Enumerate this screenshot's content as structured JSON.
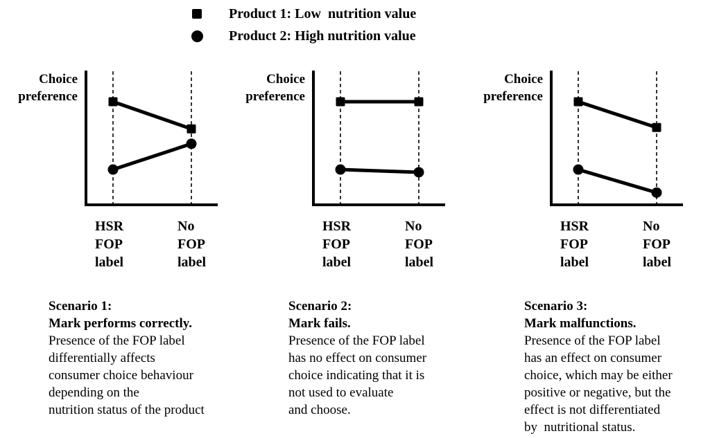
{
  "legend": {
    "items": [
      {
        "marker": "square",
        "label": "Product 1: Low  nutrition value"
      },
      {
        "marker": "circle",
        "label": "Product 2: High nutrition value"
      }
    ]
  },
  "axis": {
    "y_label_lines": [
      "Choice",
      "preference"
    ],
    "x_ticks": [
      {
        "lines": [
          "HSR",
          "FOP",
          "label"
        ]
      },
      {
        "lines": [
          "No",
          "FOP",
          "label"
        ]
      }
    ]
  },
  "chart_data": [
    {
      "type": "line",
      "title": "Scenario 1: Mark performs correctly",
      "x_categories": [
        "HSR FOP label",
        "No FOP label"
      ],
      "ylabel": "Choice preference",
      "ylim": [
        0,
        100
      ],
      "grid": "dashed-vertical",
      "legend_position": "top",
      "series": [
        {
          "name": "Product 1: Low nutrition value",
          "marker": "square",
          "values": [
            76,
            56
          ]
        },
        {
          "name": "Product 2: High nutrition value",
          "marker": "circle",
          "values": [
            26,
            45
          ]
        }
      ]
    },
    {
      "type": "line",
      "title": "Scenario 2: Mark fails",
      "x_categories": [
        "HSR FOP label",
        "No FOP label"
      ],
      "ylabel": "Choice preference",
      "ylim": [
        0,
        100
      ],
      "grid": "dashed-vertical",
      "legend_position": "top",
      "series": [
        {
          "name": "Product 1: Low nutrition value",
          "marker": "square",
          "values": [
            76,
            76
          ]
        },
        {
          "name": "Product 2: High nutrition value",
          "marker": "circle",
          "values": [
            26,
            24
          ]
        }
      ]
    },
    {
      "type": "line",
      "title": "Scenario 3: Mark malfunctions",
      "x_categories": [
        "HSR FOP label",
        "No FOP label"
      ],
      "ylabel": "Choice preference",
      "ylim": [
        0,
        100
      ],
      "grid": "dashed-vertical",
      "legend_position": "top",
      "series": [
        {
          "name": "Product 1: Low nutrition value",
          "marker": "square",
          "values": [
            76,
            57
          ]
        },
        {
          "name": "Product 2: High nutrition value",
          "marker": "circle",
          "values": [
            26,
            9
          ]
        }
      ]
    }
  ],
  "scenarios": [
    {
      "title_lines": [
        "Scenario 1:",
        "Mark performs correctly."
      ],
      "body_lines": [
        "Presence of the FOP label",
        "differentially affects",
        "consumer choice behaviour",
        "depending on the",
        "nutrition status of the product"
      ]
    },
    {
      "title_lines": [
        "Scenario 2:",
        "Mark fails."
      ],
      "body_lines": [
        "Presence of the FOP label",
        "has no effect on consumer",
        "choice indicating that it is",
        "not used to evaluate",
        "and choose."
      ]
    },
    {
      "title_lines": [
        "Scenario 3:",
        "Mark malfunctions."
      ],
      "body_lines": [
        "Presence of the FOP label",
        "has an effect on consumer",
        "choice, which may be either",
        "positive or negative, but the",
        "effect is not differentiated",
        "by  nutritional status."
      ]
    }
  ],
  "colors": {
    "ink": "#000000",
    "background": "#ffffff"
  }
}
